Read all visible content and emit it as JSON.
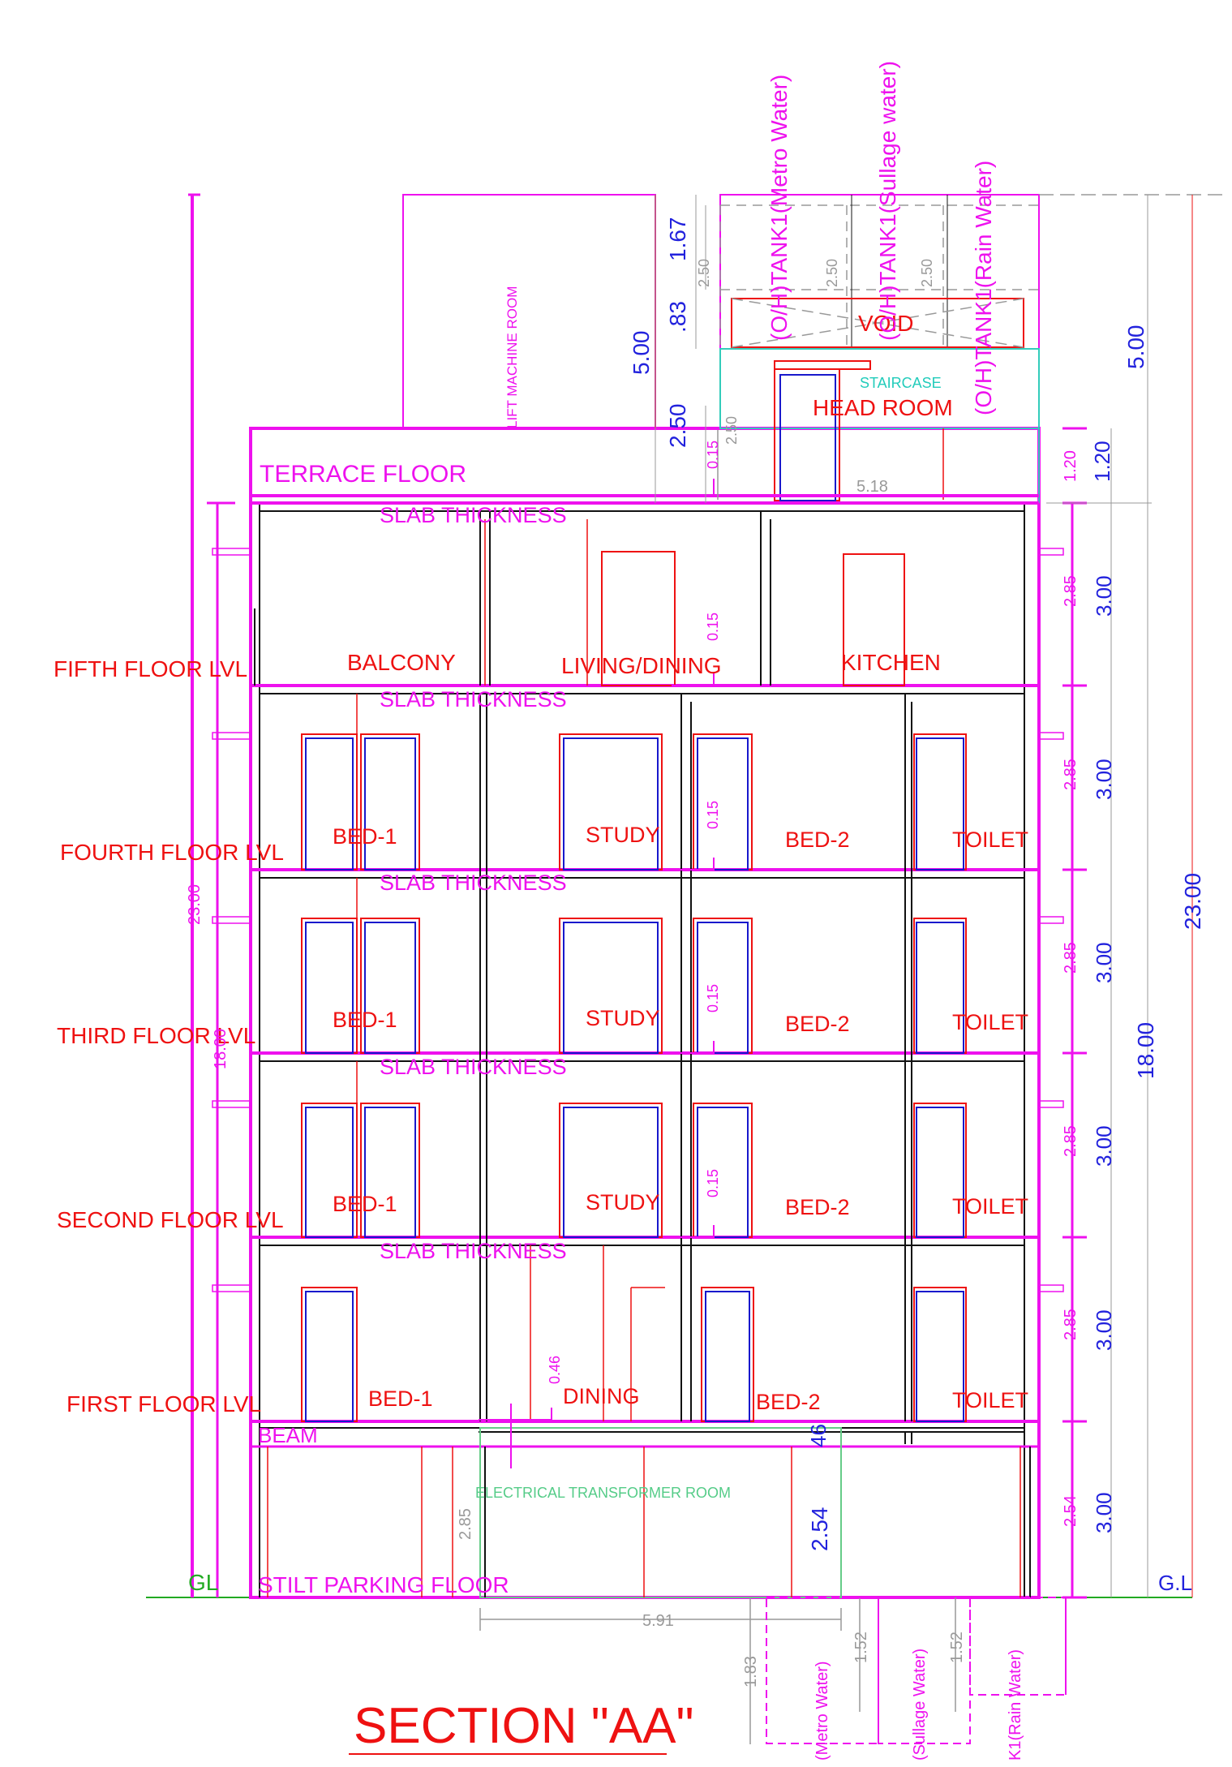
{
  "title": "SECTION \"AA\"",
  "levels": {
    "terrace": "TERRACE FLOOR",
    "fifth": "FIFTH FLOOR LVL",
    "fourth": "FOURTH FLOOR LVL",
    "third": "THIRD FLOOR LVL",
    "second": "SECOND FLOOR LVL",
    "first": "FIRST FLOOR LVL",
    "stilt": "STILT PARKING FLOOR",
    "gl_left": "GL",
    "gl_right": "G.L"
  },
  "labels": {
    "slab": "SLAB THICKNESS",
    "beam": "BEAM",
    "lift_room": "LIFT MACHINE ROOM",
    "staircase": "STAIRCASE",
    "head_room": "HEAD ROOM",
    "void": "VOID",
    "transformer": "ELECTRICAL TRANSFORMER ROOM"
  },
  "rooms": {
    "balcony": "BALCONY",
    "living": "LIVING/DINING",
    "kitchen": "KITCHEN",
    "bed1": "BED-1",
    "study": "STUDY",
    "bed2": "BED-2",
    "toilet": "TOILET",
    "dining": "DINING"
  },
  "tanks": {
    "metro": "(O/H)TANK1(Metro Water)",
    "sullage": "(O/H)TANK1(Sullage water)",
    "rain": "(O/H)TANK1(Rain Water)",
    "ug_metro": "(Metro Water)",
    "ug_sullage": "(Sullage Water)",
    "ug_rain": "K1(Rain Water)"
  },
  "dimensions": {
    "d2300": "23.00",
    "d1800": "18.00",
    "d500": "5.00",
    "d300": "3.00",
    "d285": "2.85",
    "d254": "2.54",
    "d250": "2.50",
    "d167": "1.67",
    "d083": ".83",
    "d120": "1.20",
    "d015": "0.15",
    "d046": "0.46",
    "d046b": "46",
    "d518": "5.18",
    "d591": "5.91",
    "d183": "1.83",
    "d152": "1.52"
  },
  "colors": {
    "wall_magenta": "#ee11ee",
    "room_red": "#ee1111",
    "door_blue": "#1818cc",
    "dim_grey": "#999999",
    "staircase_cyan": "#33ccbb",
    "transformer_green": "#66cc88"
  }
}
